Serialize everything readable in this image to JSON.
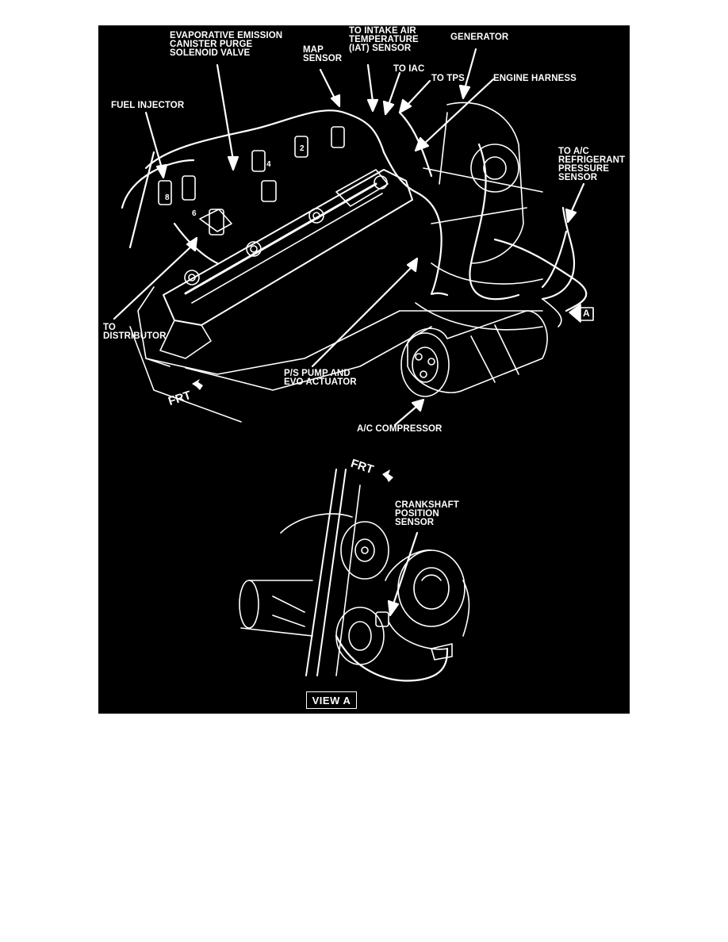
{
  "labels": {
    "evap_valve": "EVAPORATIVE EMISSION\nCANISTER PURGE\nSOLENOID VALVE",
    "intake_air": "TO INTAKE AIR\nTEMPERATURE\n(IAT) SENSOR",
    "generator": "GENERATOR",
    "map_sensor": "MAP\nSENSOR",
    "to_iac": "TO IAC",
    "to_tps": "TO TPS",
    "engine_harness": "ENGINE HARNESS",
    "fuel_injector": "FUEL INJECTOR",
    "ac_pressure": "TO A/C\nREFRIGERANT\nPRESSURE\nSENSOR",
    "to_distributor": "TO\nDISTRIBUTOR",
    "ps_pump": "P/S PUMP AND\nEVO ACTUATOR",
    "ac_compressor": "A/C COMPRESSOR",
    "crankshaft_sensor": "CRANKSHAFT\nPOSITION\nSENSOR",
    "frt_top": "FRT",
    "frt_bottom": "FRT",
    "view_a_callout": "A",
    "view_a_caption": "VIEW A",
    "injector_numbers": [
      "8",
      "6",
      "4",
      "2"
    ]
  },
  "colors": {
    "background": "#000000",
    "ink": "#ffffff",
    "page": "#ffffff"
  }
}
